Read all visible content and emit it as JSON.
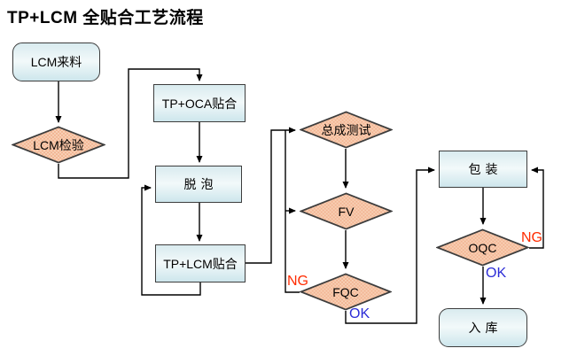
{
  "title": "TP+LCM 全贴合工艺流程",
  "colors": {
    "node_border": "#3d3d3d",
    "node_fill_top": "#d9ebef",
    "node_fill_mid": "#f2f9fa",
    "node_fill_bottom": "#cde6ec",
    "diamond_base": "#f2b492",
    "diamond_dot": "#f8d2b8",
    "connector": "#000000",
    "ng_color": "#ff2b00",
    "ok_color": "#2c2cd6"
  },
  "flowchart": {
    "nodes": [
      {
        "id": "lcm-incoming",
        "type": "terminator",
        "label": "LCM来料"
      },
      {
        "id": "lcm-inspection",
        "type": "decision",
        "label": "LCM检验"
      },
      {
        "id": "tp-oca-lamination",
        "type": "process",
        "label": "TP+OCA贴合"
      },
      {
        "id": "defoaming",
        "type": "process",
        "label": "脱泡"
      },
      {
        "id": "tp-lcm-lamination",
        "type": "process",
        "label": "TP+LCM贴合"
      },
      {
        "id": "assembly-test",
        "type": "decision",
        "label": "总成测试"
      },
      {
        "id": "fv",
        "type": "decision",
        "label": "FV"
      },
      {
        "id": "fqc",
        "type": "decision",
        "label": "FQC"
      },
      {
        "id": "packing",
        "type": "process",
        "label": "包装"
      },
      {
        "id": "oqc",
        "type": "decision",
        "label": "OQC"
      },
      {
        "id": "warehousing",
        "type": "terminator",
        "label": "入库"
      }
    ],
    "edge_labels": [
      {
        "edge": "fqc-ng",
        "text": "NG",
        "color": "red"
      },
      {
        "edge": "fqc-ok",
        "text": "OK",
        "color": "blue"
      },
      {
        "edge": "oqc-ng",
        "text": "NG",
        "color": "red"
      },
      {
        "edge": "oqc-ok",
        "text": "OK",
        "color": "blue"
      }
    ]
  }
}
